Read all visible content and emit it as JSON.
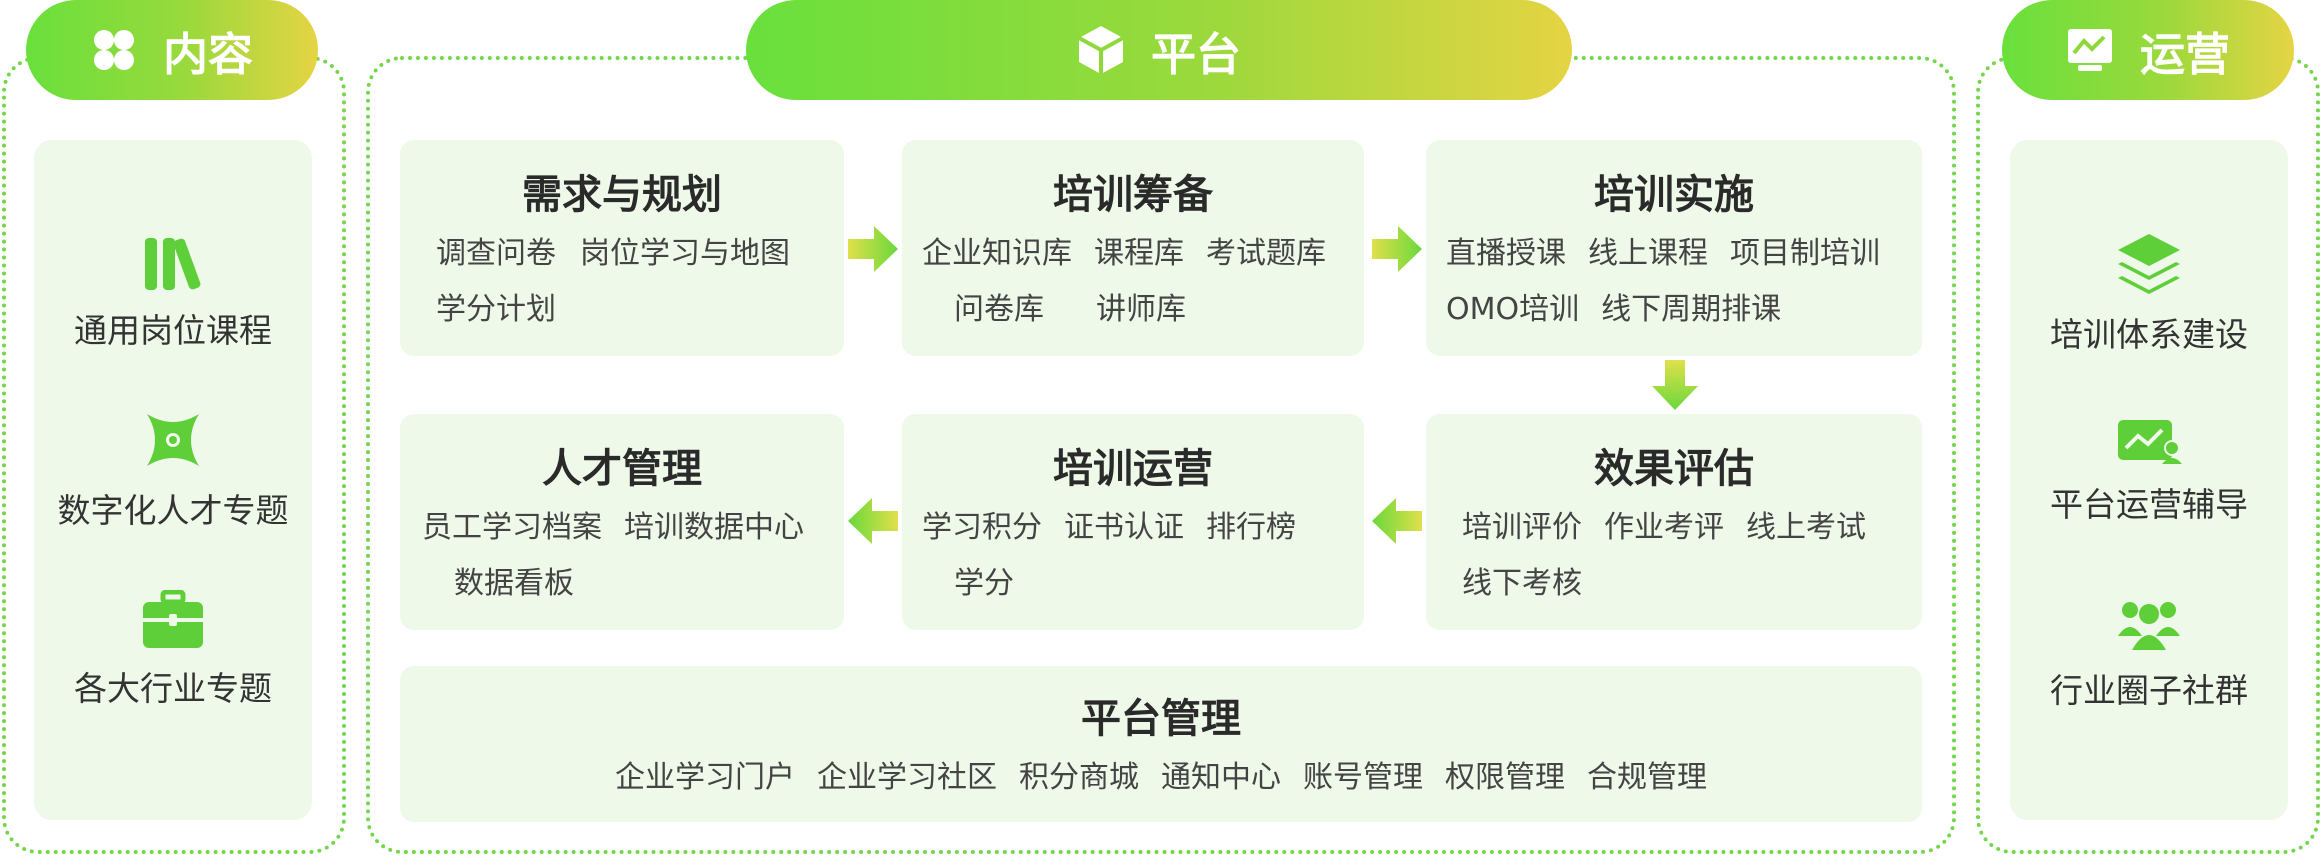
{
  "left": {
    "header": "内容",
    "items": [
      "通用岗位课程",
      "数字化人才专题",
      "各大行业专题"
    ]
  },
  "center": {
    "header": "平台",
    "modules": [
      {
        "title": "需求与规划",
        "items": [
          "调查问卷",
          "岗位学习与地图",
          "学分计划"
        ]
      },
      {
        "title": "培训筹备",
        "items": [
          "企业知识库",
          "课程库",
          "考试题库",
          "问卷库",
          "讲师库"
        ]
      },
      {
        "title": "培训实施",
        "items": [
          "直播授课",
          "线上课程",
          "项目制培训",
          "OMO培训",
          "线下周期排课"
        ]
      },
      {
        "title": "人才管理",
        "items": [
          "员工学习档案",
          "培训数据中心",
          "数据看板"
        ]
      },
      {
        "title": "培训运营",
        "items": [
          "学习积分",
          "证书认证",
          "排行榜",
          "学分"
        ]
      },
      {
        "title": "效果评估",
        "items": [
          "培训评价",
          "作业考评",
          "线上考试",
          "线下考核"
        ]
      }
    ],
    "management": {
      "title": "平台管理",
      "items": [
        "企业学习门户",
        "企业学习社区",
        "积分商城",
        "通知中心",
        "账号管理",
        "权限管理",
        "合规管理"
      ]
    }
  },
  "right": {
    "header": "运营",
    "items": [
      "培训体系建设",
      "平台运营辅导",
      "行业圈子社群"
    ]
  },
  "colors": {
    "accent_green": "#5fcf39",
    "box_bg": "#eef9e9",
    "border_green": "#74d64a",
    "gradient_end": "#e5d443"
  },
  "icons": {
    "content": "clover-icon",
    "platform": "cube-icon",
    "operation": "presentation-icon",
    "course": "books-icon",
    "digital": "atom-icon",
    "industry": "briefcase-icon",
    "system": "layers-icon",
    "guide": "chart-user-icon",
    "community": "group-icon"
  }
}
